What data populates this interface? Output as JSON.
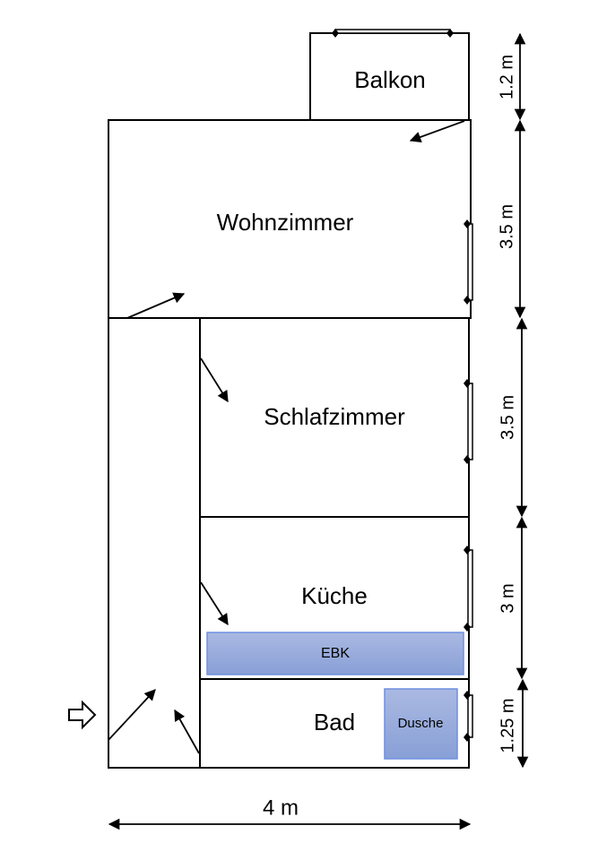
{
  "title": "Floor plan",
  "rooms": {
    "balkon": "Balkon",
    "wohnzimmer": "Wohnzimmer",
    "schlafzimmer": "Schlafzimmer",
    "kueche": "Küche",
    "bad": "Bad"
  },
  "furniture": {
    "ebk": "EBK",
    "dusche": "Dusche"
  },
  "dimensions": {
    "balkon_depth": "1.2 m",
    "wohnzimmer_depth": "3.5 m",
    "schlafzimmer_depth": "3.5 m",
    "kueche_depth": "3 m",
    "bad_depth": "1.25 m",
    "total_width": "4 m"
  },
  "colors": {
    "furniture_fill_top": "#aab9e2",
    "furniture_fill_bottom": "#889fd6",
    "furniture_stroke": "#6f8fe0"
  }
}
